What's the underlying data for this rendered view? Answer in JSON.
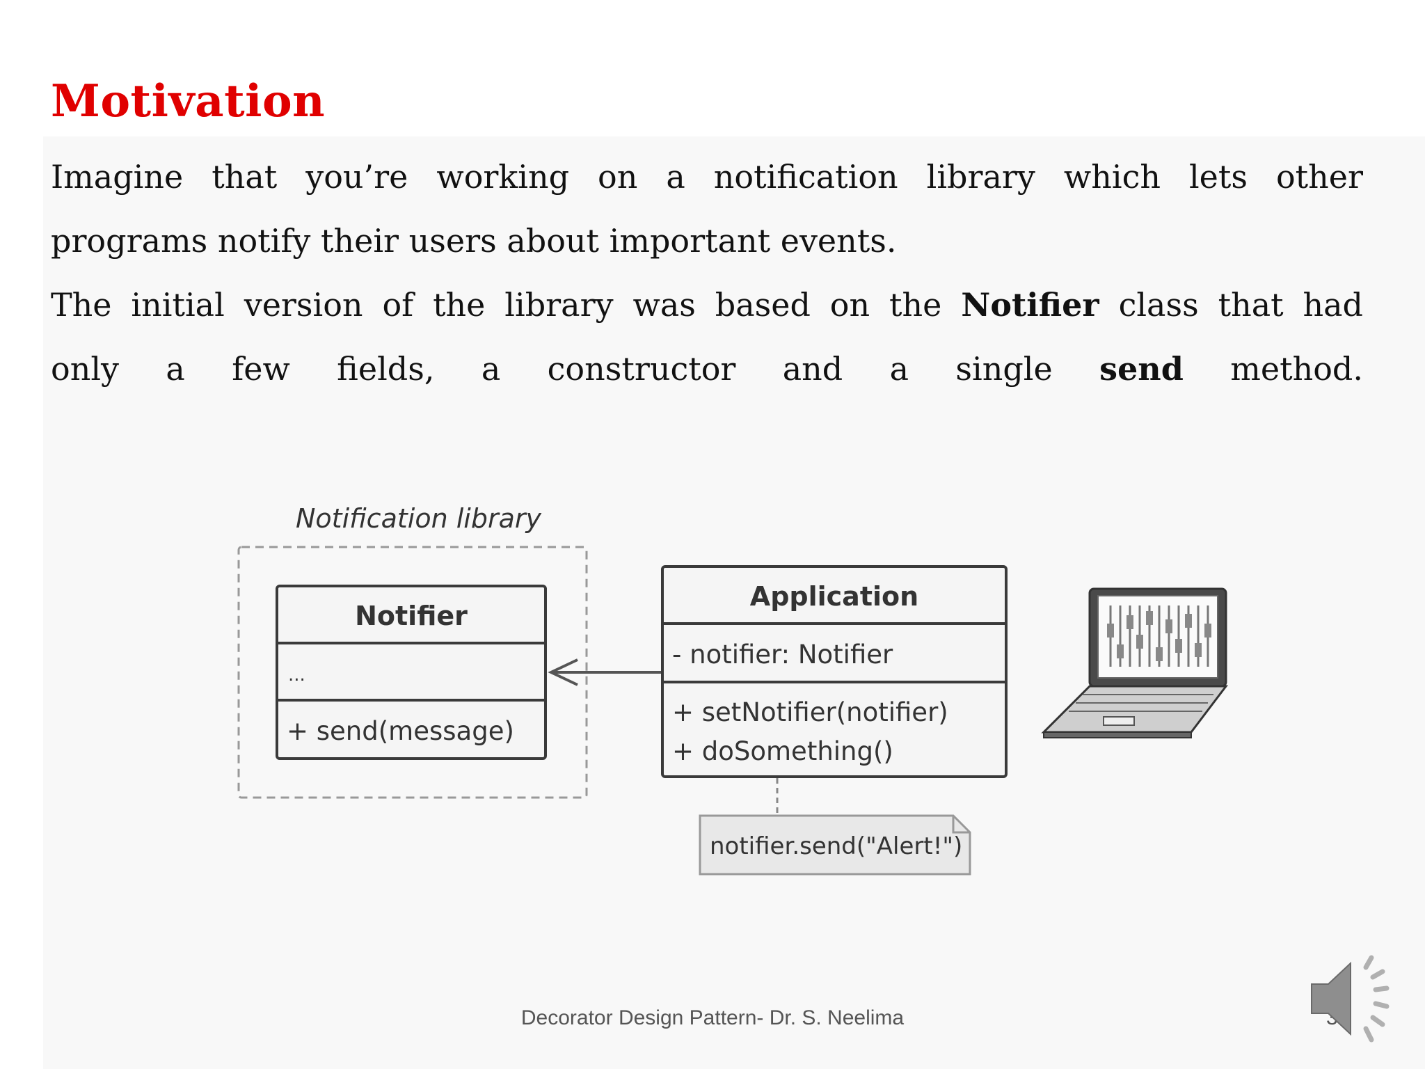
{
  "slide": {
    "title": "Motivation",
    "paragraph1": {
      "line1": "Imagine that you’re working on a notification library which lets other",
      "line2": "programs notify their users about important events."
    },
    "paragraph2": {
      "line1_pre": "The initial version of the library was based on the ",
      "line1_bold": "Notifier",
      "line1_post": " class that had",
      "line2_pre": "only a few fields, a constructor and a single ",
      "line2_bold": "send",
      "line2_post": " method."
    },
    "footer": "Decorator Design Pattern- Dr. S. Neelima",
    "page_number": "3"
  },
  "diagram": {
    "package_label": "Notification library",
    "notifier": {
      "name": "Notifier",
      "fields": "...",
      "methods": "+ send(message)"
    },
    "application": {
      "name": "Application",
      "fields": "- notifier: Notifier",
      "method1": "+ setNotifier(notifier)",
      "method2": "+ doSomething()"
    },
    "note": "notifier.send(\"Alert!\")"
  },
  "icons": {
    "laptop": "laptop-icon",
    "speaker": "speaker-icon"
  },
  "colors": {
    "title": "#e00000",
    "uml_border": "#3a3a3a",
    "uml_fill": "#f5f5f5"
  }
}
